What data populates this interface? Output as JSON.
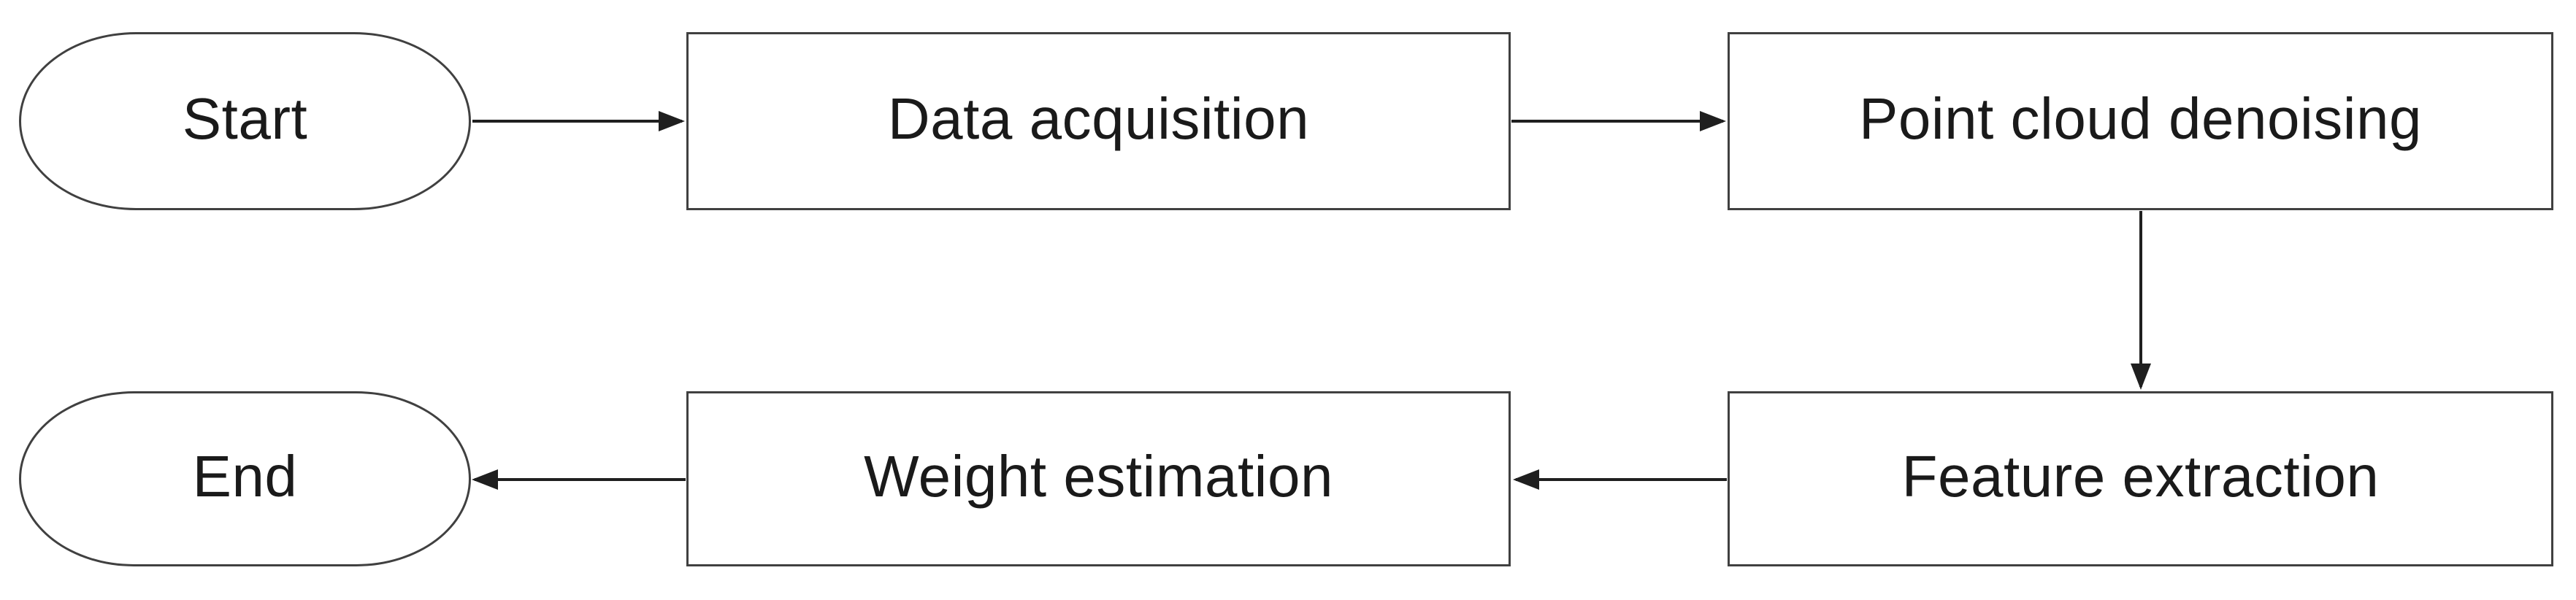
{
  "diagram": {
    "type": "flowchart",
    "colors": {
      "background": "#ffffff",
      "node_fill": "#ffffff",
      "node_border": "#404040",
      "arrow": "#1f1f1f",
      "text": "#1a1a1a"
    },
    "nodes": [
      {
        "id": "start",
        "label": "Start",
        "shape": "terminator",
        "row": 1
      },
      {
        "id": "data-acquisition",
        "label": "Data acquisition",
        "shape": "process",
        "row": 1
      },
      {
        "id": "point-cloud",
        "label": "Point cloud denoising",
        "shape": "process",
        "row": 1
      },
      {
        "id": "feature-extraction",
        "label": "Feature extraction",
        "shape": "process",
        "row": 2
      },
      {
        "id": "weight-estimation",
        "label": "Weight estimation",
        "shape": "process",
        "row": 2
      },
      {
        "id": "end",
        "label": "End",
        "shape": "terminator",
        "row": 2
      }
    ],
    "edges": [
      {
        "from": "start",
        "to": "data-acquisition",
        "direction": "right"
      },
      {
        "from": "data-acquisition",
        "to": "point-cloud",
        "direction": "right"
      },
      {
        "from": "point-cloud",
        "to": "feature-extraction",
        "direction": "down"
      },
      {
        "from": "feature-extraction",
        "to": "weight-estimation",
        "direction": "left"
      },
      {
        "from": "weight-estimation",
        "to": "end",
        "direction": "left"
      }
    ]
  }
}
